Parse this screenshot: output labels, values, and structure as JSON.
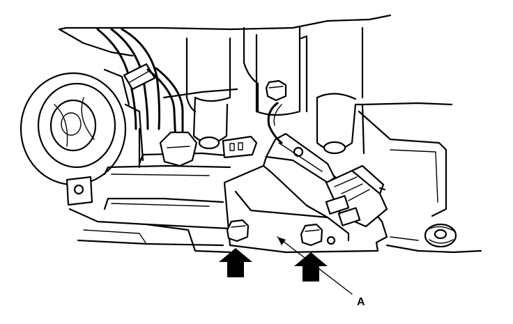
{
  "diagram": {
    "callout": {
      "label": "A"
    },
    "ink_color": "#000000",
    "paper_color": "#ffffff",
    "arrows": [
      {
        "kind": "bold-up-arrow",
        "points_to": "left-bracket-bolt"
      },
      {
        "kind": "bold-up-arrow",
        "points_to": "right-bracket-bolt"
      }
    ]
  }
}
